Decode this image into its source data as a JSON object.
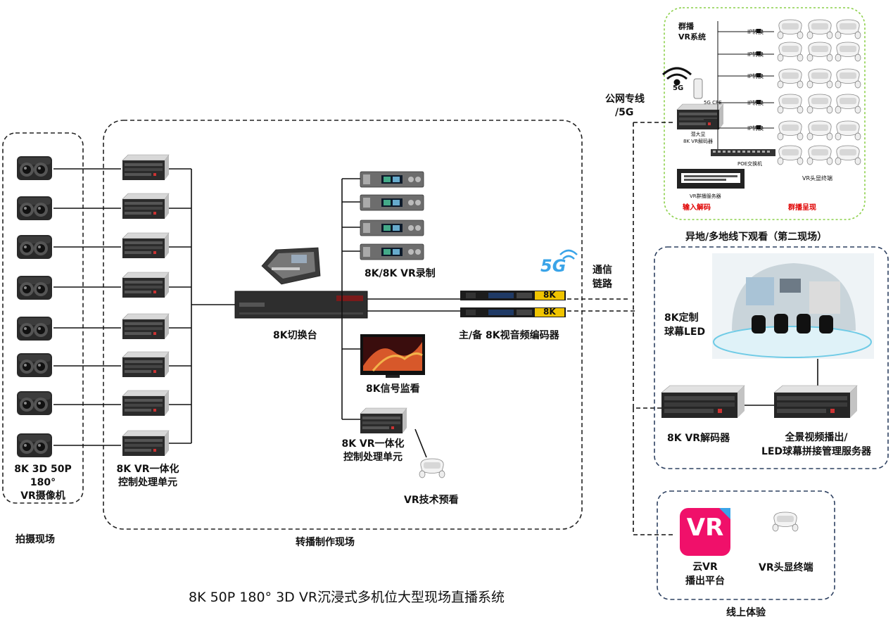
{
  "title": "8K 50P 180° 3D VR沉浸式多机位大型现场直播系统",
  "zones": {
    "shooting": "拍摄现场",
    "production": "转播制作现场",
    "remote": "异地/多地线下观看（第二现场）",
    "online": "线上体验"
  },
  "cameras": {
    "label_line1": "8K 3D 50P 180°",
    "label_line2": "VR摄像机",
    "count": 8
  },
  "processing_units": {
    "label_line1": "8K VR一体化",
    "label_line2": "控制处理单元",
    "count": 8
  },
  "switcher": {
    "label": "8K切换台"
  },
  "recorder": {
    "label": "8K/8K VR录制",
    "count": 4
  },
  "encoder": {
    "label": "主/备 8K视音频编码器",
    "badge": "8K"
  },
  "monitor": {
    "label": "8K信号监看"
  },
  "preview_unit": {
    "label_line1": "8K VR一体化",
    "label_line2": "控制处理单元"
  },
  "preview_headset": {
    "label": "VR技术预看"
  },
  "link": {
    "label_line1": "通信",
    "label_line2": "链路",
    "badge": "5G"
  },
  "public_network": {
    "label_line1": "公网专线",
    "label_line2": "/5G"
  },
  "group_vr": {
    "label_line1": "群播",
    "label_line2": "VR系统",
    "wifi_label": "5G",
    "cpe_label": "5G CPE",
    "decoder_line1": "潜大显",
    "decoder_line2": "8K VR解码器",
    "ip_label": "IP转换",
    "poe_label": "POE交换机",
    "server_label": "VR群播服务器",
    "headset_label": "VR头显终端",
    "input_label": "输入解码",
    "output_label": "群播呈现",
    "accent_color": "#e00000"
  },
  "led_dome": {
    "label_line1": "8K定制",
    "label_line2": "球幕LED"
  },
  "vr_decoder": {
    "label": "8K VR解码器"
  },
  "playout_server": {
    "label_line1": "全景视频播出/",
    "label_line2": "LED球幕拼接管理服务器"
  },
  "cloud_vr": {
    "app_text": "VR",
    "label_line1": "云VR",
    "label_line2": "播出平台",
    "app_color": "#f0106a"
  },
  "online_headset": {
    "label": "VR头显终端"
  }
}
